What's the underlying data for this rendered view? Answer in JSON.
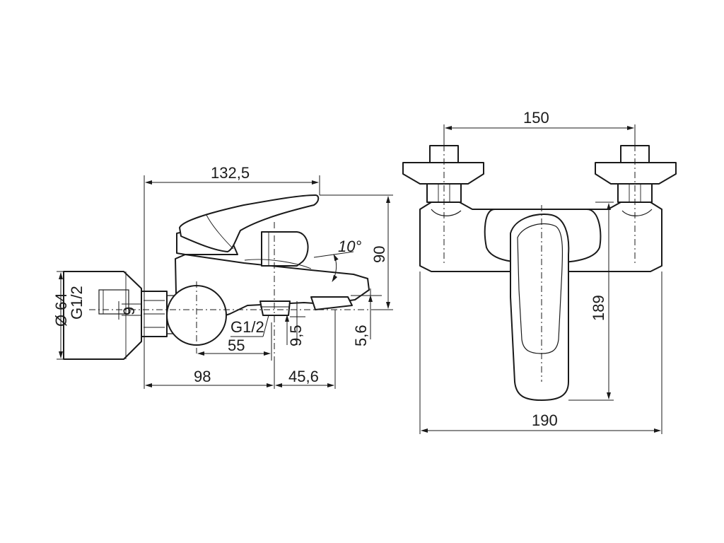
{
  "side_view": {
    "overall_length": "132,5",
    "height": "90",
    "angle": "10°",
    "diameter": "Ø 64",
    "thread_left": "G1/2",
    "offset_9": "9",
    "thread_bottom": "G1/2",
    "spout_9_5": "9,5",
    "spout_5_6": "5,6",
    "length_55": "55",
    "length_98": "98",
    "length_45_6": "45,6"
  },
  "front_view": {
    "centers": "150",
    "height": "189",
    "width": "190"
  }
}
